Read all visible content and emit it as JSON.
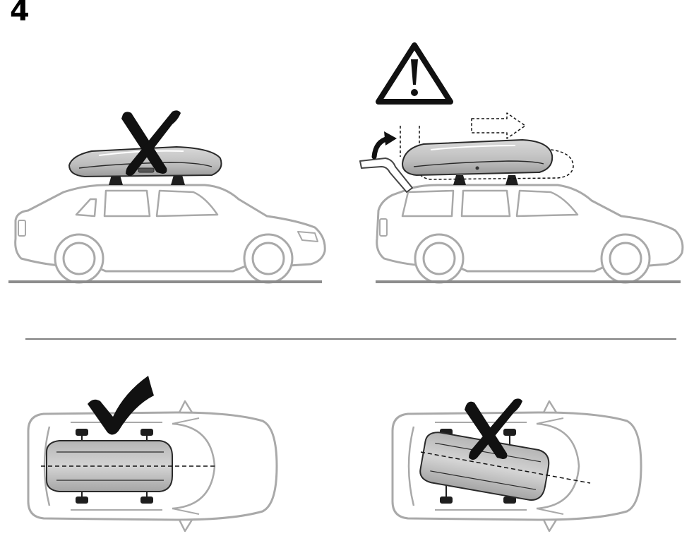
{
  "step": {
    "number": "4"
  },
  "panels": [
    {
      "view": "side",
      "vehicle": "sedan",
      "mark": "cross-icon"
    },
    {
      "view": "side",
      "vehicle": "estate",
      "mark": "warning-icon"
    },
    {
      "view": "top",
      "alignment": "straight",
      "mark": "checkmark-icon"
    },
    {
      "view": "top",
      "alignment": "angled",
      "mark": "cross-icon"
    }
  ],
  "colors": {
    "car_outline": "#a9a9a9",
    "roof_box_fill": "#c8c8c8",
    "roof_box_outline": "#2a2a2a",
    "mark": "#111111",
    "ground": "#8c8c8c",
    "divider": "#333333"
  }
}
